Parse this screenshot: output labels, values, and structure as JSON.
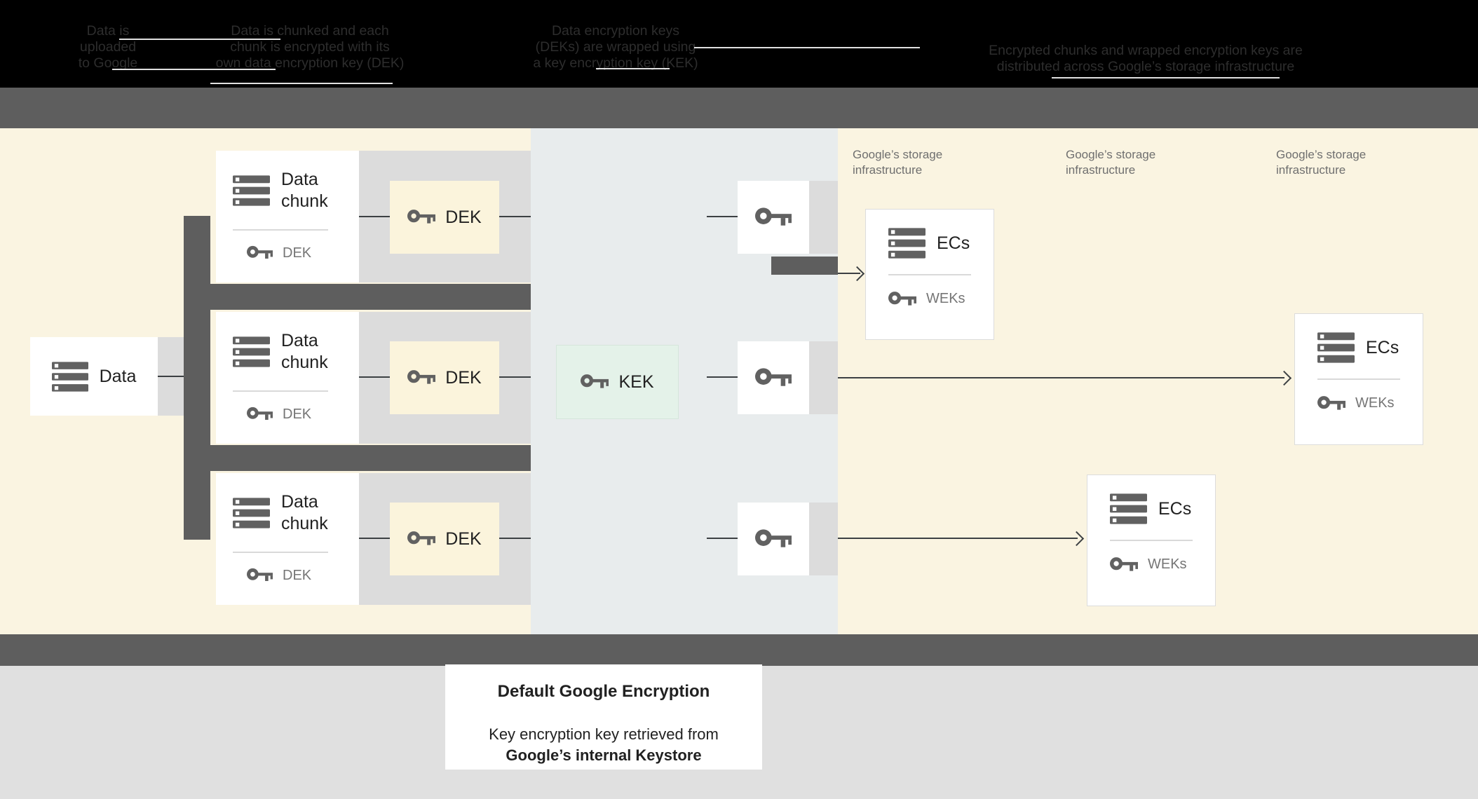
{
  "header": {
    "steps": [
      {
        "text": "Data is\nuploaded\nto Google"
      },
      {
        "text": "Data is chunked and each\nchunk is encrypted with its\nown data encryption key (DEK)"
      },
      {
        "text": "Data encryption keys\n(DEKs) are wrapped using\na key encryption key (KEK)"
      },
      {
        "text": "Encrypted chunks and wrapped encryption keys are\ndistributed across Google’s storage infrastructure"
      }
    ]
  },
  "diagram": {
    "data_box": {
      "label": "Data"
    },
    "chunk_cards": [
      {
        "title": "Data\nchunk",
        "key_label": "DEK"
      },
      {
        "title": "Data\nchunk",
        "key_label": "DEK"
      },
      {
        "title": "Data\nchunk",
        "key_label": "DEK"
      }
    ],
    "dek_boxes": [
      {
        "label": "DEK"
      },
      {
        "label": "DEK"
      },
      {
        "label": "DEK"
      }
    ],
    "kek_box": {
      "label": "KEK"
    },
    "storage_labels": [
      {
        "text": "Google’s storage\ninfrastructure"
      },
      {
        "text": "Google’s storage\ninfrastructure"
      },
      {
        "text": "Google’s storage\ninfrastructure"
      }
    ],
    "ec_cards": [
      {
        "title": "ECs",
        "key_label": "WEKs"
      },
      {
        "title": "ECs",
        "key_label": "WEKs"
      },
      {
        "title": "ECs",
        "key_label": "WEKs"
      }
    ]
  },
  "caption": {
    "title": "Default Google Encryption",
    "line1": "Key encryption key retrieved from",
    "line2": "Google’s internal Keystore"
  },
  "colors": {
    "cream": "#faf4e1",
    "panel_gray": "#dcdcdc",
    "band_gray": "#5e5e5e",
    "column_blue_gray": "#e8eced",
    "dek_box_cream": "#fbf4dc",
    "kek_green": "#e4f2e9",
    "icon_gray": "#616161",
    "muted_text": "#757575",
    "dark_text": "#212121",
    "footer_gray": "#e0e0e0"
  }
}
